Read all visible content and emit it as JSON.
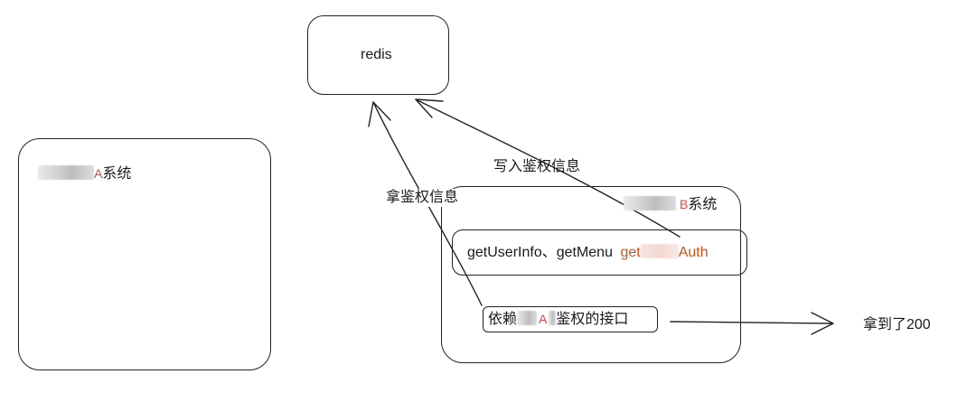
{
  "nodes": {
    "redis": "redis",
    "system_a": {
      "letter": "A",
      "suffix": "系统"
    },
    "system_b": {
      "letter": "B",
      "suffix": "系统"
    },
    "api_group": {
      "prefix": "getUserInfo、getMenu",
      "auth_start": "get",
      "auth_end": "Auth"
    },
    "dependent_api": {
      "prefix": "依赖",
      "letter": "A",
      "suffix": "鉴权的接口"
    }
  },
  "edges": {
    "write_auth": "写入鉴权信息",
    "get_auth": "拿鉴权信息",
    "result": "拿到了200"
  }
}
